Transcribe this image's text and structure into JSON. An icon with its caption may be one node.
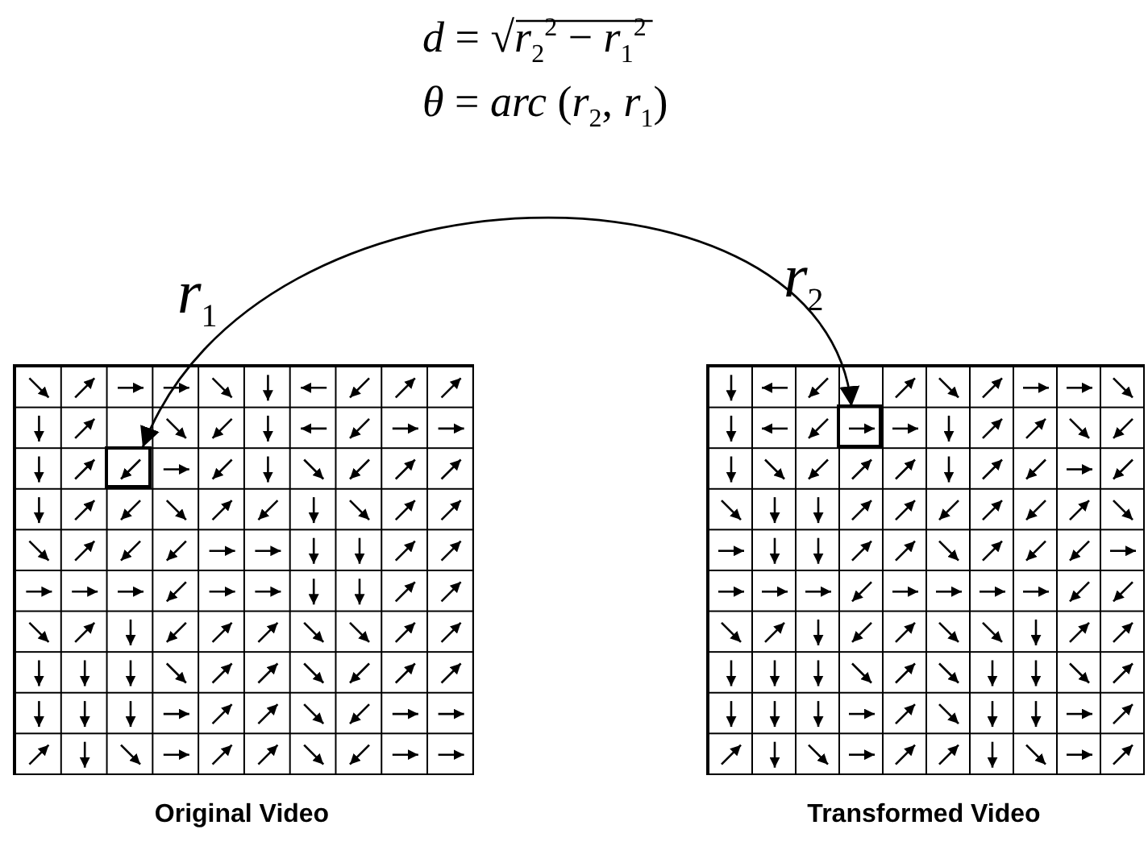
{
  "diagram": {
    "nodes": [
      {
        "text": [
          "Original Video"
        ]
      },
      {
        "text": [],
        "shape": "box",
        "in": 0
      },
      {
        "text": [
          "Transformed Video"
        ]
      },
      {
        "text": [],
        "shape": "box",
        "in": 2
      }
    ],
    "edges": [
      {
        "from": 1,
        "to": 3,
        "arrow": "both"
      }
    ],
    "labels": [
      "*d* = √*r*$_{2}$$^{2}$ − *r*$_{1}$$^{2}$",
      "*θ* = *arc* (*r*$_{2}$, *r*$_{1}$)",
      "*r*$_{1}$",
      "*r*$_{2}$"
    ]
  }
}
